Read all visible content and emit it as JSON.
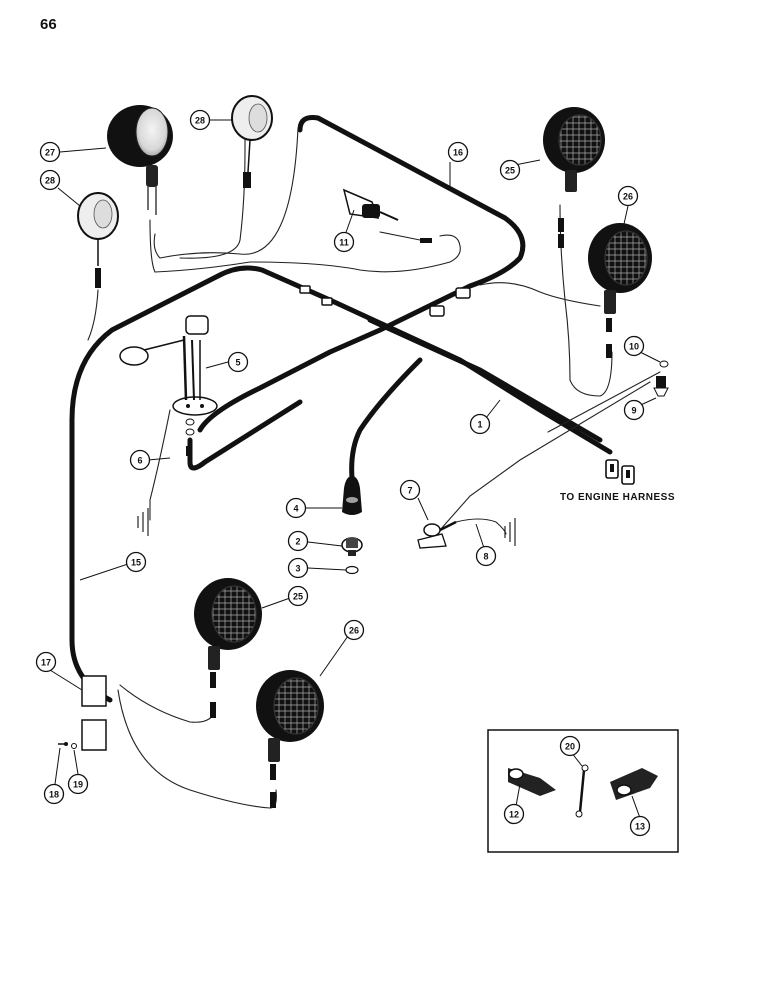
{
  "page_number": "66",
  "engine_harness_label": "TO ENGINE HARNESS",
  "callouts": {
    "c1": "1",
    "c2": "2",
    "c3": "3",
    "c4": "4",
    "c5": "5",
    "c6": "6",
    "c7": "7",
    "c8": "8",
    "c9": "9",
    "c10": "10",
    "c11": "11",
    "c12": "12",
    "c13": "13",
    "c15": "15",
    "c16": "16",
    "c17": "17",
    "c18": "18",
    "c19": "19",
    "c20": "20",
    "c25a": "25",
    "c25b": "25",
    "c26a": "26",
    "c26b": "26",
    "c27": "27",
    "c28a": "28",
    "c28b": "28"
  }
}
